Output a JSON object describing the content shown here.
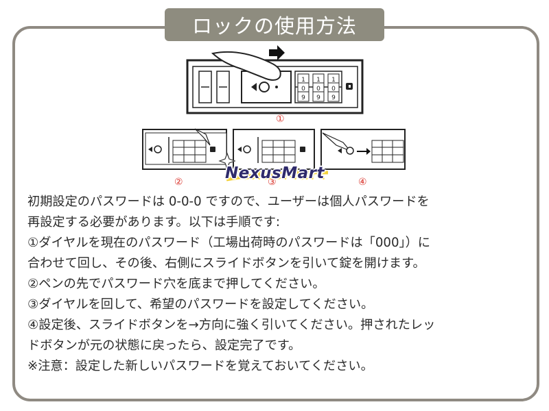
{
  "title": "ロックの使用方法",
  "step_numbers": [
    "①",
    "②",
    "③",
    "④"
  ],
  "logo_text": "NexusMart",
  "dial_digits": {
    "main_top": [
      "1",
      "1",
      "1"
    ],
    "main_mid": [
      "0",
      "0",
      "0"
    ],
    "main_bot": [
      "9",
      "9",
      "9"
    ]
  },
  "instructions": [
    "初期設定のパスワードは 0-0-0 ですので、ユーザーは個人パスワードを",
    "再設定する必要があります。以下は手順です:",
    "①ダイヤルを現在のパスワード（工場出荷時のパスワードは「000」）に",
    "合わせて回し、その後、右側にスライドボタンを引いて錠を開けます。",
    "②ペンの先でパスワード穴を底まで押してください。",
    "③ダイヤルを回して、希望のパスワードを設定してください。",
    "④設定後、スライドボタンを→方向に強く引いてください。押されたレッ",
    "ドボタンが元の状態に戻ったら、設定完了です。",
    "※注意：設定した新しいパスワードを覚えておいてください。"
  ],
  "colors": {
    "frame": "#8f8a82",
    "title_bg": "#8e8c7f",
    "step_number": "#d9332b",
    "logo": "#2f2b6b"
  }
}
